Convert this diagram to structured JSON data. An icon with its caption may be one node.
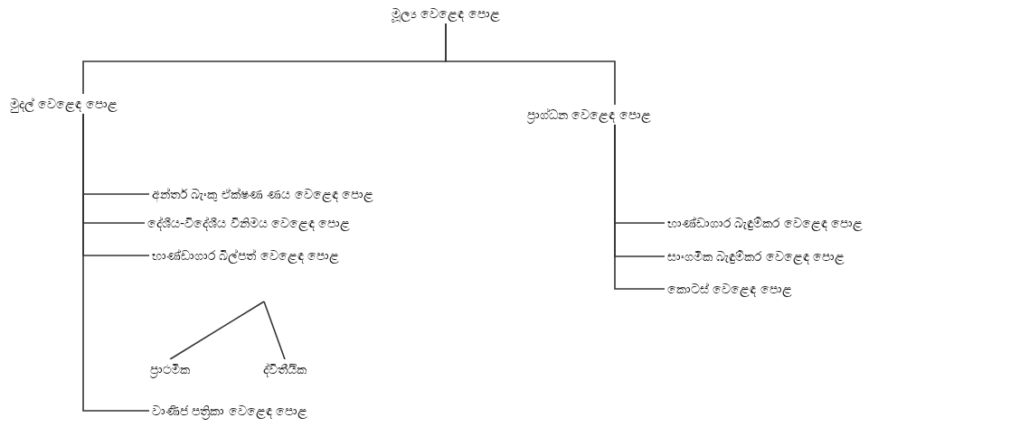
{
  "diagram": {
    "nodes": [
      {
        "text": [
          "මූල්‍ය වෙළෙඳ පොළ"
        ]
      },
      {
        "text": [
          "මුදල් වෙළෙඳ පොළ"
        ]
      },
      {
        "text": [
          "ප්‍රාග්ධන වෙළෙඳ පොළ"
        ]
      },
      {
        "text": [
          "අන්තර් බැංකු ඒක්ෂණ ණය වෙළෙඳ පොළ"
        ]
      },
      {
        "text": [
          "දේශීය-විදේශීය විනිමය වෙළෙඳ පොළ"
        ]
      },
      {
        "text": [
          "භාණ්ඩාගාර බිල්පත් වෙළෙඳ පොළ"
        ]
      },
      {
        "text": [
          "ප්‍රාථමික"
        ]
      },
      {
        "text": [
          "ද්විතීයික"
        ]
      },
      {
        "text": [
          "වාණිජ පත්‍රිකා වෙළෙඳ පොළ"
        ]
      },
      {
        "text": [
          "භාණ්ඩාගාර බැඳුම්කර වෙළෙඳ පොළ"
        ]
      },
      {
        "text": [
          "සාංගමික බැඳුම්කර වෙළෙඳ පොළ"
        ]
      },
      {
        "text": [
          "කොටස් වෙළෙඳ පොළ"
        ]
      }
    ],
    "edges": [
      {
        "from": 0,
        "to": 1,
        "arrow": "none"
      },
      {
        "from": 0,
        "to": 2,
        "arrow": "none"
      },
      {
        "from": 1,
        "to": 3,
        "arrow": "none"
      },
      {
        "from": 1,
        "to": 4,
        "arrow": "none"
      },
      {
        "from": 1,
        "to": 5,
        "arrow": "none"
      },
      {
        "from": 1,
        "to": 8,
        "arrow": "none"
      },
      {
        "from": 5,
        "to": 6,
        "arrow": "none"
      },
      {
        "from": 5,
        "to": 7,
        "arrow": "none"
      },
      {
        "from": 2,
        "to": 9,
        "arrow": "none"
      },
      {
        "from": 2,
        "to": 10,
        "arrow": "none"
      },
      {
        "from": 2,
        "to": 11,
        "arrow": "none"
      }
    ]
  }
}
